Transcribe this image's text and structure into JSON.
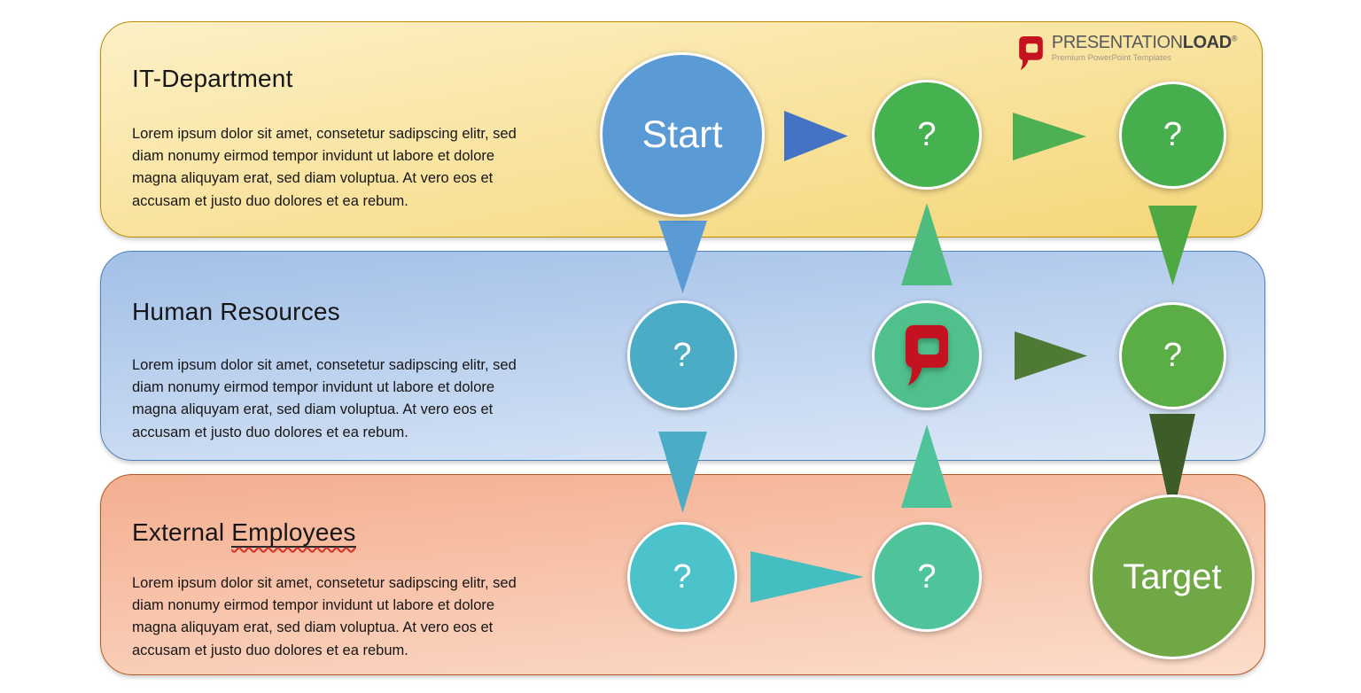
{
  "logo": {
    "brand_first": "PRESENTATION",
    "brand_second": "LOAD",
    "registered": "®",
    "tagline": "Premium PowerPoint Templates",
    "icon_color": "#C41220"
  },
  "bands": [
    {
      "title": "IT-Department",
      "body": "Lorem ipsum dolor sit amet, consetetur sadipscing elitr, sed diam nonumy eirmod tempor invidunt ut labore et dolore magna aliquyam erat, sed diam voluptua. At vero eos et accusam et justo duo dolores et ea rebum.",
      "fill_top": "#FCF0C6",
      "fill_bottom": "#F5D678",
      "border": "#BC8C00"
    },
    {
      "title": "Human Resources",
      "body": "Lorem ipsum dolor sit amet, consetetur sadipscing elitr, sed diam nonumy eirmod tempor invidunt ut labore et dolore magna aliquyam erat, sed diam voluptua. At vero eos et accusam et justo duo dolores et ea rebum.",
      "fill_top": "#A2C0E8",
      "fill_bottom": "#DDE8F7",
      "border": "#4F81BD"
    },
    {
      "title_part1": "External ",
      "title_part2": "Employees",
      "body": "Lorem ipsum dolor sit amet, consetetur sadipscing elitr, sed diam nonumy eirmod tempor invidunt ut labore et dolore magna aliquyam erat, sed diam voluptua. At vero eos et accusam et justo duo dolores et ea rebum.",
      "fill_top": "#F4AE8F",
      "fill_bottom": "#FCDDCB",
      "border": "#B35A22"
    }
  ],
  "nodes": {
    "start": {
      "label": "Start",
      "color": "#5B9BD5"
    },
    "it_q1": {
      "label": "?",
      "color": "#46B14F"
    },
    "it_q2": {
      "label": "?",
      "color": "#46AE4C"
    },
    "hr_q": {
      "label": "?",
      "color": "#4BACC6"
    },
    "hr_p": {
      "label": "",
      "color": "#50C08C",
      "icon": "presentationload-p-icon"
    },
    "hr_q2": {
      "label": "?",
      "color": "#5BAD46"
    },
    "ext_q1": {
      "label": "?",
      "color": "#4CC3CA"
    },
    "ext_q2": {
      "label": "?",
      "color": "#4FC49B"
    },
    "target": {
      "label": "Target",
      "color": "#70A845"
    }
  },
  "arrows": [
    {
      "id": "start-to-it-q1",
      "direction": "right",
      "color": "#4472C4"
    },
    {
      "id": "it-q1-to-it-q2",
      "direction": "right",
      "color": "#4DB052"
    },
    {
      "id": "hr-p-to-hr-q2",
      "direction": "right",
      "color": "#4E7A35"
    },
    {
      "id": "ext-q1-to-ext-q2",
      "direction": "right",
      "color": "#45BEC2"
    },
    {
      "id": "start-to-hr-q",
      "direction": "down",
      "color": "#5B9BD5"
    },
    {
      "id": "it-q2-to-hr-q2",
      "direction": "down",
      "color": "#4EA943"
    },
    {
      "id": "hr-q-to-ext-q1",
      "direction": "down",
      "color": "#4BACC6"
    },
    {
      "id": "hr-q2-to-target",
      "direction": "down",
      "color": "#3E5C28"
    },
    {
      "id": "hr-p-to-it-q1",
      "direction": "up",
      "color": "#4FBC7F"
    },
    {
      "id": "ext-q2-to-hr-p",
      "direction": "up",
      "color": "#4FC49B"
    }
  ]
}
